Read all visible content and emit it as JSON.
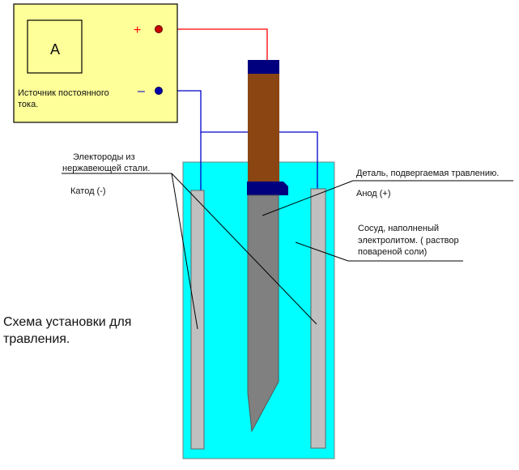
{
  "source": {
    "meter_letter": "A",
    "label_line1": "Источник постоянного",
    "label_line2": "тока.",
    "plus_sign": "+",
    "minus_sign": "–"
  },
  "labels": {
    "electrodes_line1": "Электороды из",
    "electrodes_line2": "нержавеющей стали.",
    "cathode": "Катод (-)",
    "part": "Деталь, подвергаемая травлению.",
    "anode": "Анод (+)",
    "vessel_line1": "Сосуд, наполненый",
    "vessel_line2": "электролитом. ( раствор",
    "vessel_line3": "повареной соли)"
  },
  "caption": {
    "line1": "Схема установки для",
    "line2": "травления."
  },
  "colors": {
    "source_fill": "#ffff99",
    "electrolyte": "#00ffff",
    "electrode": "#c0c0c0",
    "blade": "#808080",
    "handle": "#8b4513",
    "guard": "#00007f",
    "positive_wire": "#ff0000",
    "negative_wire": "#0000cc"
  }
}
